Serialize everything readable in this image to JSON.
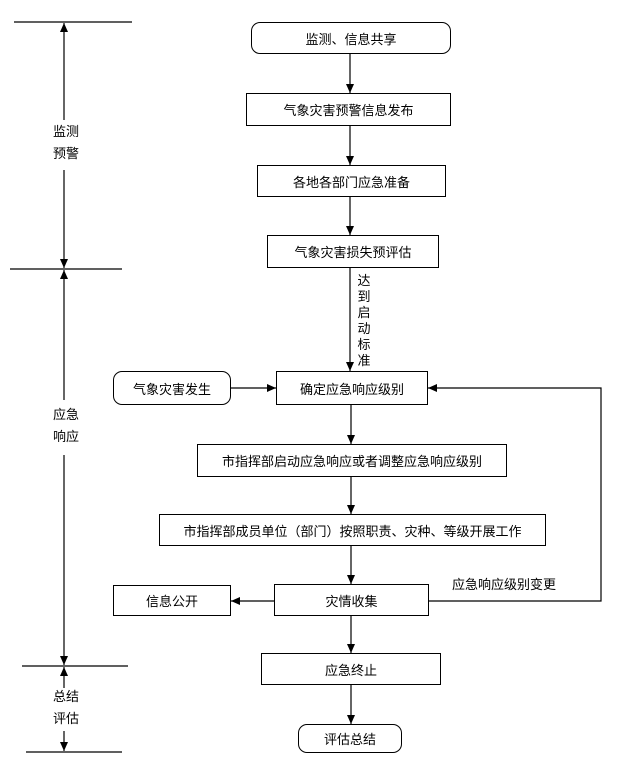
{
  "phases": {
    "monitor_line1": "监测",
    "monitor_line2": "预警",
    "response_line1": "应急",
    "response_line2": "响应",
    "summary_line1": "总结",
    "summary_line2": "评估"
  },
  "steps": {
    "monitor_share": "监测、信息共享",
    "warning_release": "气象灾害预警信息发布",
    "prepare": "各地各部门应急准备",
    "loss_assessment": "气象灾害损失预评估",
    "determine_level": "确定应急响应级别",
    "start_adjust": "市指挥部启动应急响应或者调整应急响应级别",
    "member_units": "市指挥部成员单位（部门）按照职责、灾种、等级开展工作",
    "collect_info": "灾情收集",
    "terminate": "应急终止",
    "evaluate": "评估总结"
  },
  "side": {
    "disaster_occurs": "气象灾害发生",
    "info_public": "信息公开"
  },
  "labels": {
    "reach_standard": [
      "达",
      "到",
      "启",
      "动",
      "标",
      "准"
    ],
    "level_change": "应急响应级别变更"
  }
}
